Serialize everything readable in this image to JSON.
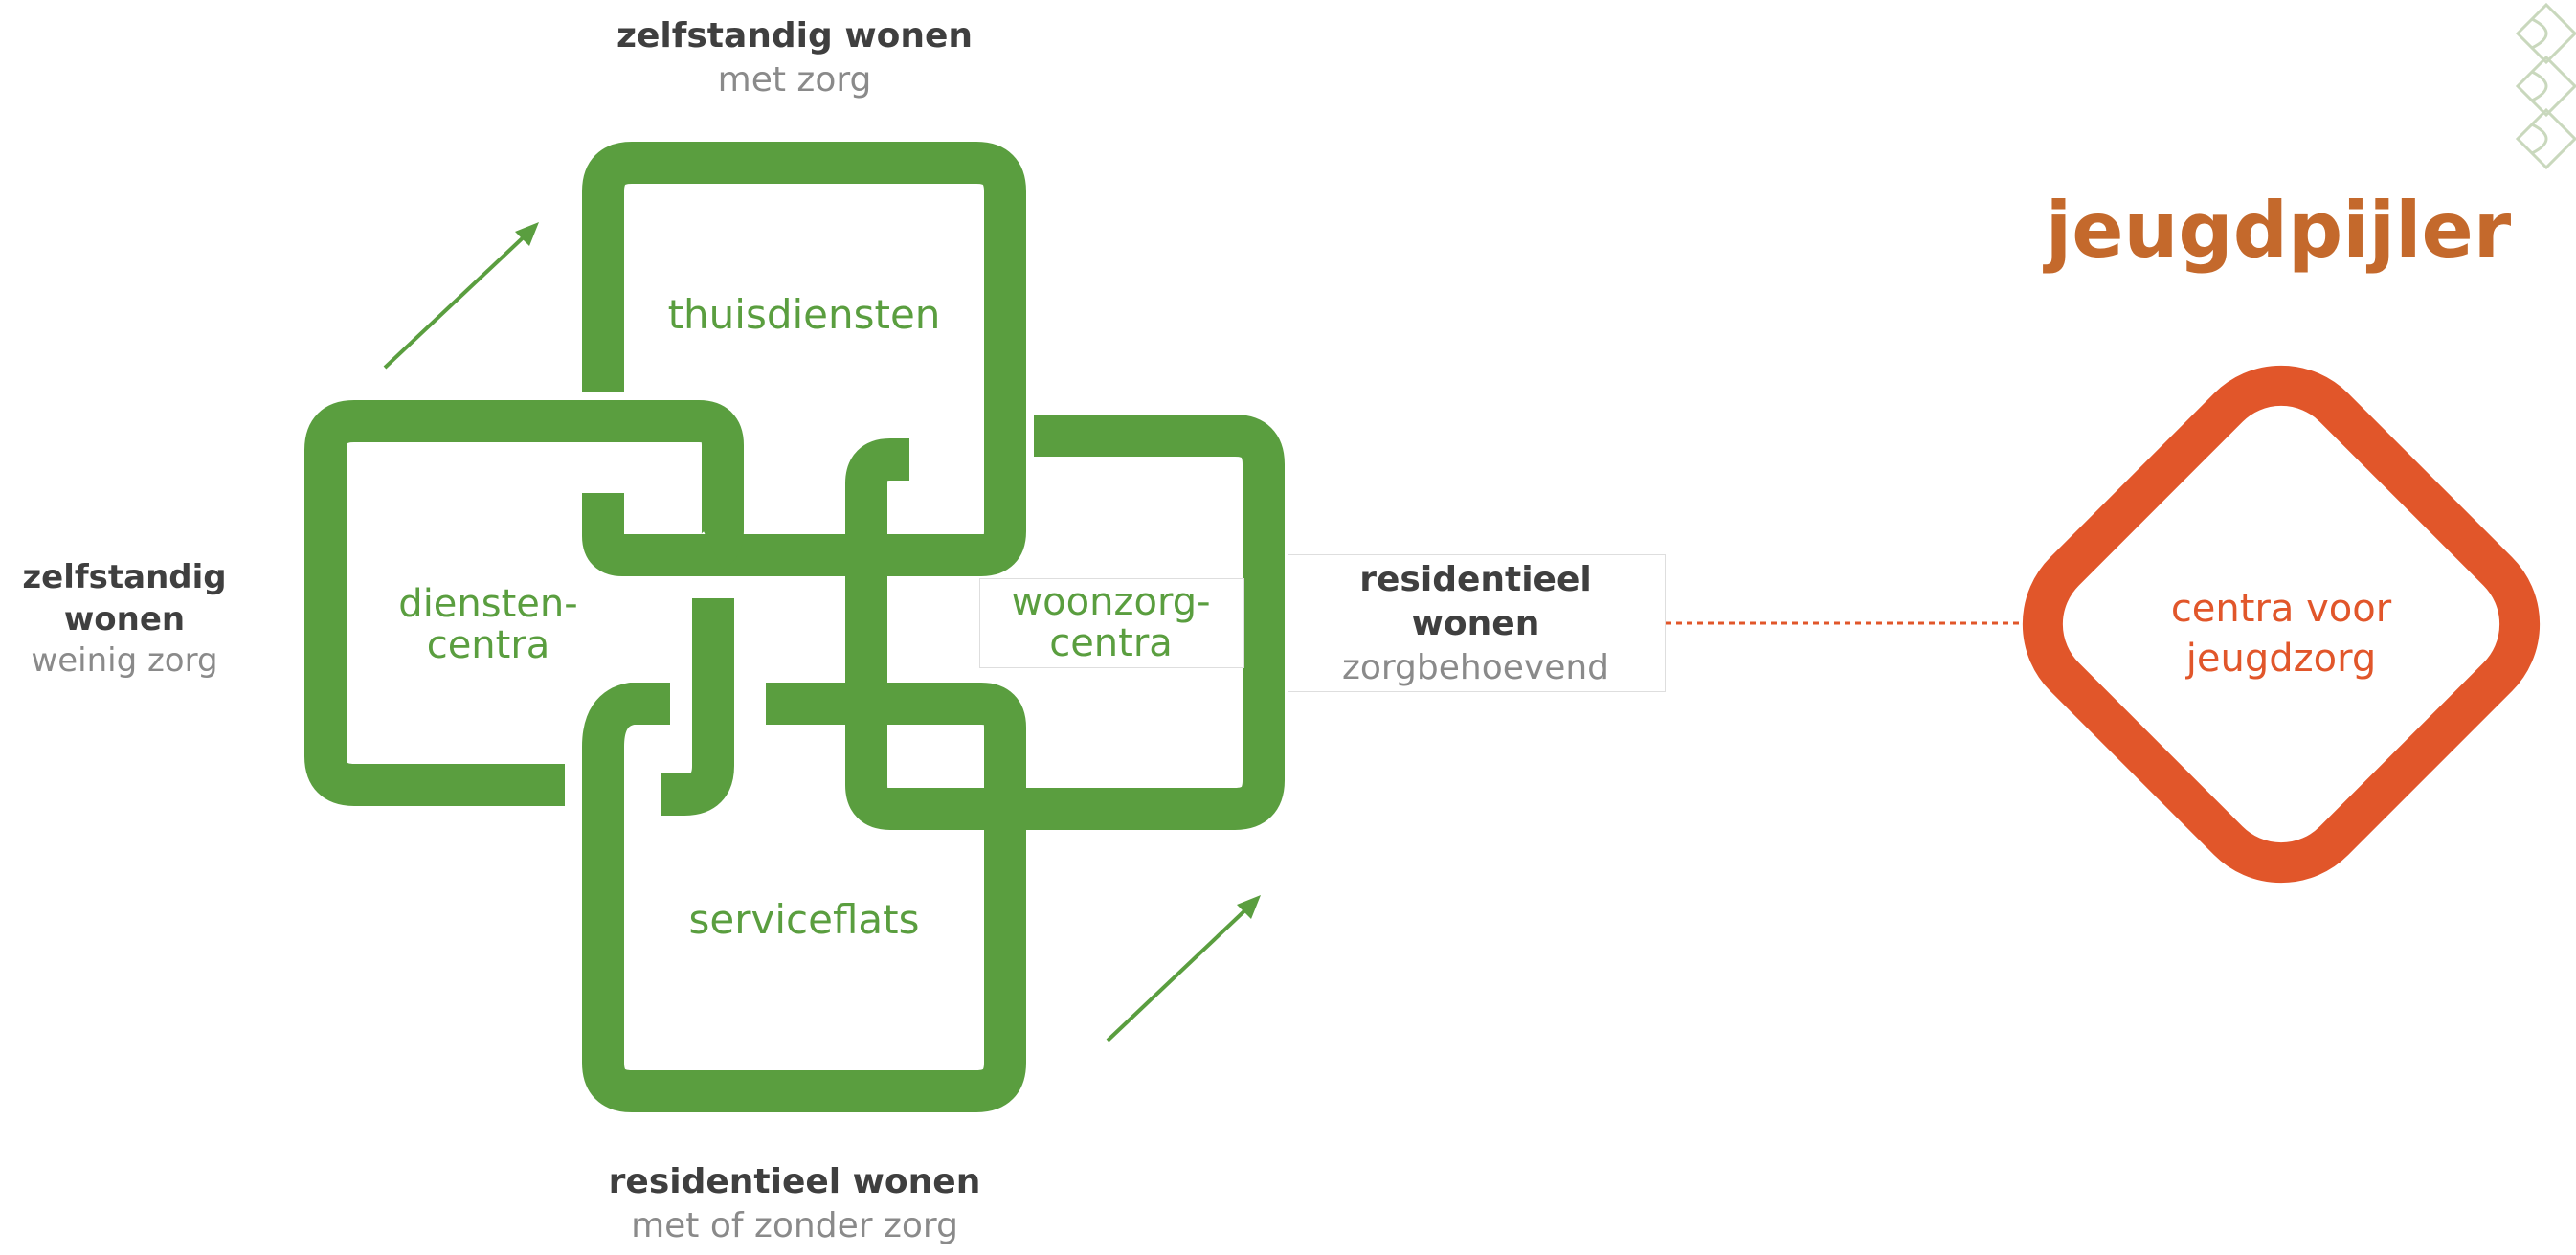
{
  "diagram": {
    "top_label": {
      "line1": "zelfstandig wonen",
      "line2": "met zorg"
    },
    "left_label": {
      "line1": "zelfstandig",
      "line2": "wonen",
      "line3": "weinig zorg"
    },
    "bottom_label": {
      "line1": "residentieel wonen",
      "line2": "met of zonder zorg"
    },
    "right_label": {
      "line1": "residentieel",
      "line2": "wonen",
      "line3": "zorgbehoevend"
    },
    "loops": {
      "top": "thuisdiensten",
      "left": {
        "line1": "diensten-",
        "line2": "centra"
      },
      "right": {
        "line1": "woonzorg-",
        "line2": "centra"
      },
      "bottom": "serviceflats"
    },
    "pillar": {
      "title": "jeugdpijler",
      "diamond": {
        "line1": "centra voor",
        "line2": "jeugdzorg"
      }
    },
    "colors": {
      "green": "#5a9e3f",
      "orange": "#e1562a",
      "title_orange": "#c4692c",
      "dark_text": "#3f3f3f",
      "gray_text": "#8a8a8a",
      "dotted_line": "#e1562a"
    },
    "icons": [
      "arrow-up-right-icon",
      "arrow-up-right-icon",
      "decorative-pattern-icon"
    ]
  }
}
